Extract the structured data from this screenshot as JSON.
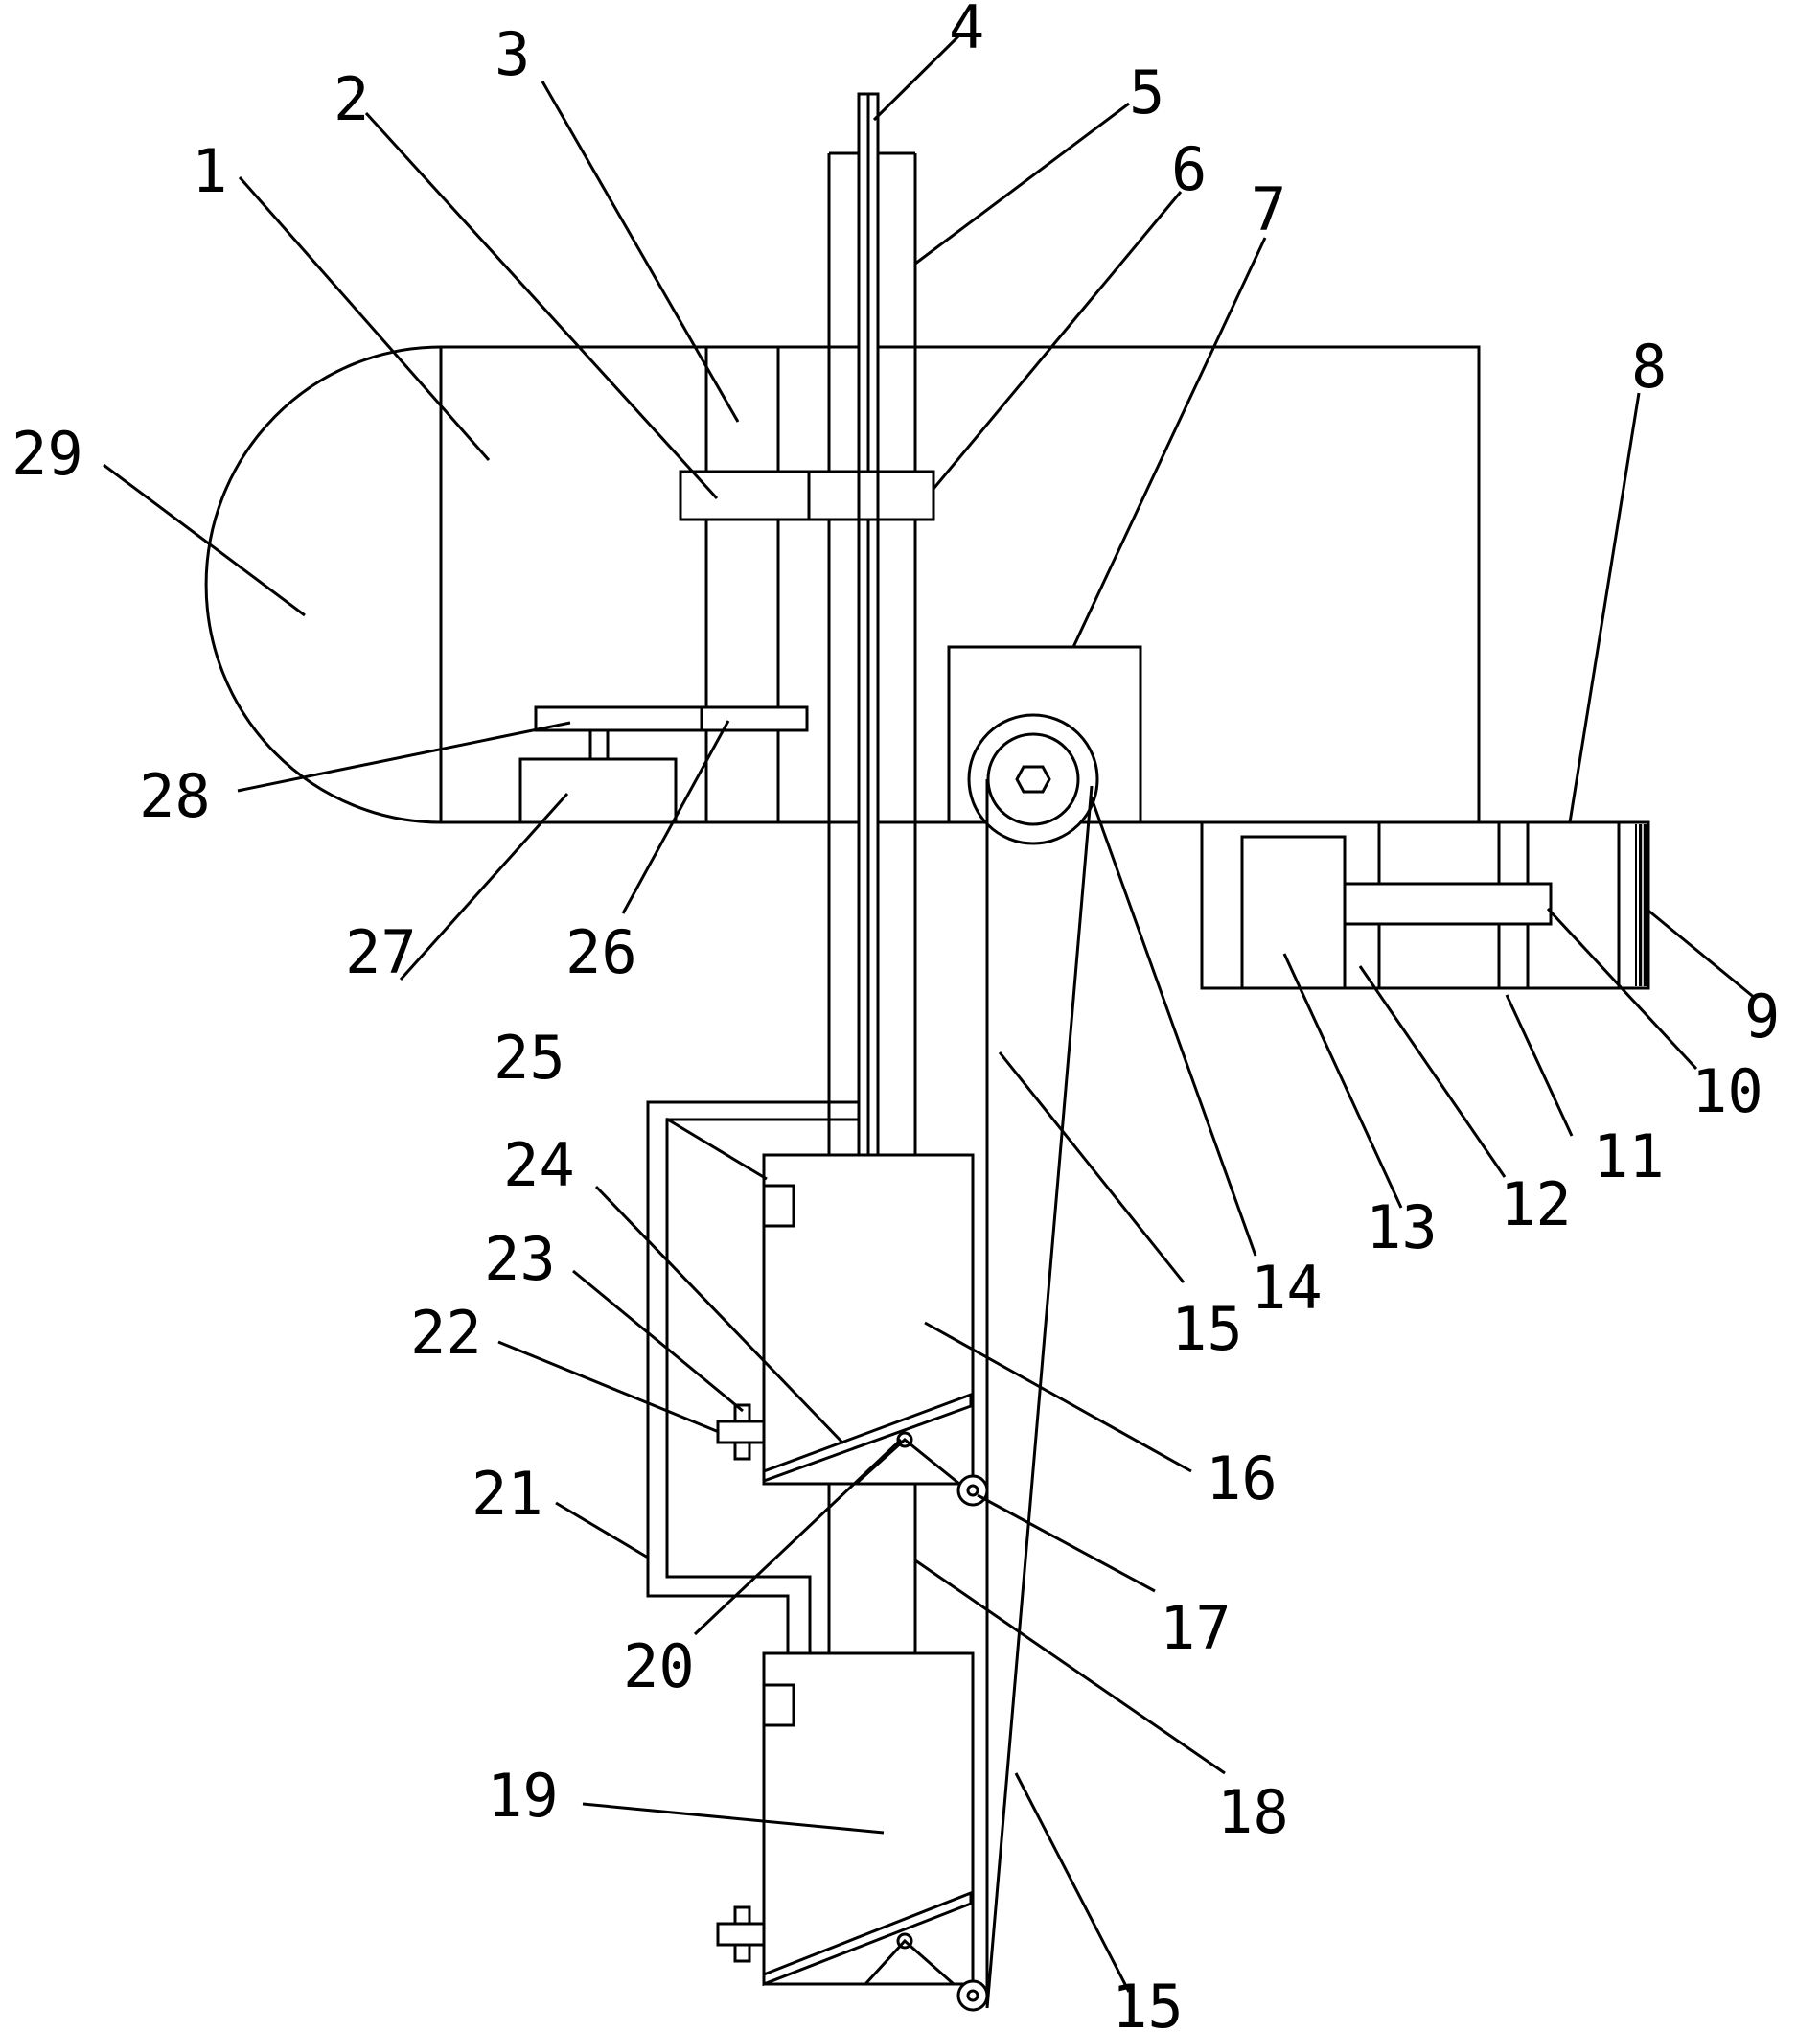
{
  "labels": {
    "l1": "1",
    "l2": "2",
    "l3": "3",
    "l4": "4",
    "l5": "5",
    "l6": "6",
    "l7": "7",
    "l8": "8",
    "l9": "9",
    "l10": "10",
    "l11": "11",
    "l12": "12",
    "l13": "13",
    "l14": "14",
    "l15a": "15",
    "l15b": "15",
    "l16": "16",
    "l17": "17",
    "l18": "18",
    "l19": "19",
    "l20": "20",
    "l21": "21",
    "l22": "22",
    "l23": "23",
    "l24": "24",
    "l25": "25",
    "l26": "26",
    "l27": "27",
    "l28": "28",
    "l29": "29"
  }
}
